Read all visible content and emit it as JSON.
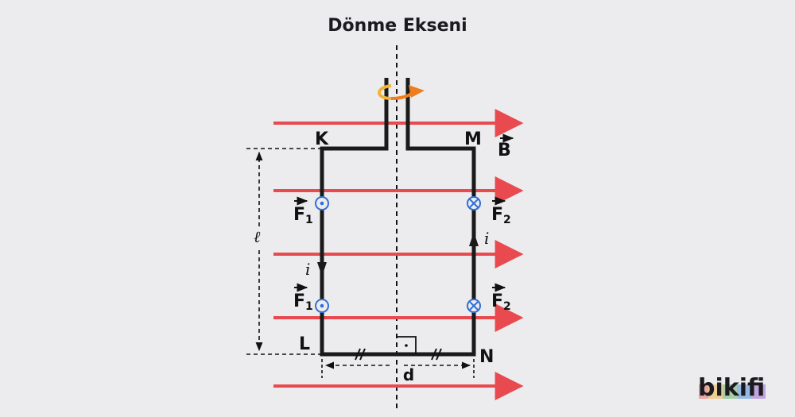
{
  "title": "Dönme Ekseni",
  "labels": {
    "corner_top_left": "K",
    "corner_top_right": "M",
    "corner_bottom_left": "L",
    "corner_bottom_right": "N",
    "field": "B",
    "force_left": "F",
    "force_left_sub": "1",
    "force_right": "F",
    "force_right_sub": "2",
    "current": "i",
    "length": "ℓ",
    "width": "d"
  },
  "logo": "bikifi",
  "colors": {
    "background": "#ececee",
    "field_lines": "#e84a4f",
    "loop": "#1a1a1a",
    "force_symbols": "#2f6fd6",
    "rotation_arrow": "#ee7d1e",
    "rotation_arrow_back": "#f2b233"
  },
  "icons": {
    "out_of_page": "dot-in-circle",
    "into_page": "cross-in-circle",
    "rotation": "curved-rotation-arrow",
    "right_angle": "right-angle-mark"
  }
}
